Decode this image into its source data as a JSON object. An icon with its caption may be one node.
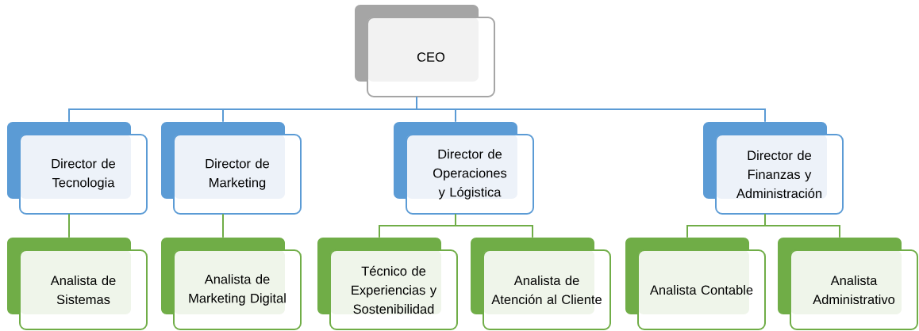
{
  "diagram": {
    "nodes": [
      {
        "text": [
          "CEO"
        ]
      },
      {
        "text": [
          "Director de Tecnologia"
        ]
      },
      {
        "text": [
          "Director de Marketing"
        ]
      },
      {
        "text": [
          "Director de Operaciones y Lógistica"
        ]
      },
      {
        "text": [
          "Director de Finanzas y Administración"
        ]
      },
      {
        "text": [
          "Analista de Sistemas"
        ]
      },
      {
        "text": [
          "Analista de Marketing Digital"
        ]
      },
      {
        "text": [
          "Técnico de Experiencias y Sostenibilidad"
        ]
      },
      {
        "text": [
          "Analista de Atención al Cliente"
        ]
      },
      {
        "text": [
          "Analista Contable"
        ]
      },
      {
        "text": [
          "Analista Administrativo"
        ]
      }
    ],
    "edges": [
      {
        "from": 0,
        "to": 1,
        "arrow": "none",
        "color": "#5b9bd5"
      },
      {
        "from": 0,
        "to": 2,
        "arrow": "none",
        "color": "#5b9bd5"
      },
      {
        "from": 0,
        "to": 3,
        "arrow": "none",
        "color": "#5b9bd5"
      },
      {
        "from": 0,
        "to": 4,
        "arrow": "none",
        "color": "#5b9bd5"
      },
      {
        "from": 1,
        "to": 5,
        "arrow": "none"
      },
      {
        "from": 2,
        "to": 6,
        "arrow": "none"
      },
      {
        "from": 3,
        "to": 7,
        "arrow": "none"
      },
      {
        "from": 3,
        "to": 8,
        "arrow": "none"
      },
      {
        "from": 4,
        "to": 9,
        "arrow": "none"
      },
      {
        "from": 4,
        "to": 10,
        "arrow": "none"
      }
    ]
  }
}
